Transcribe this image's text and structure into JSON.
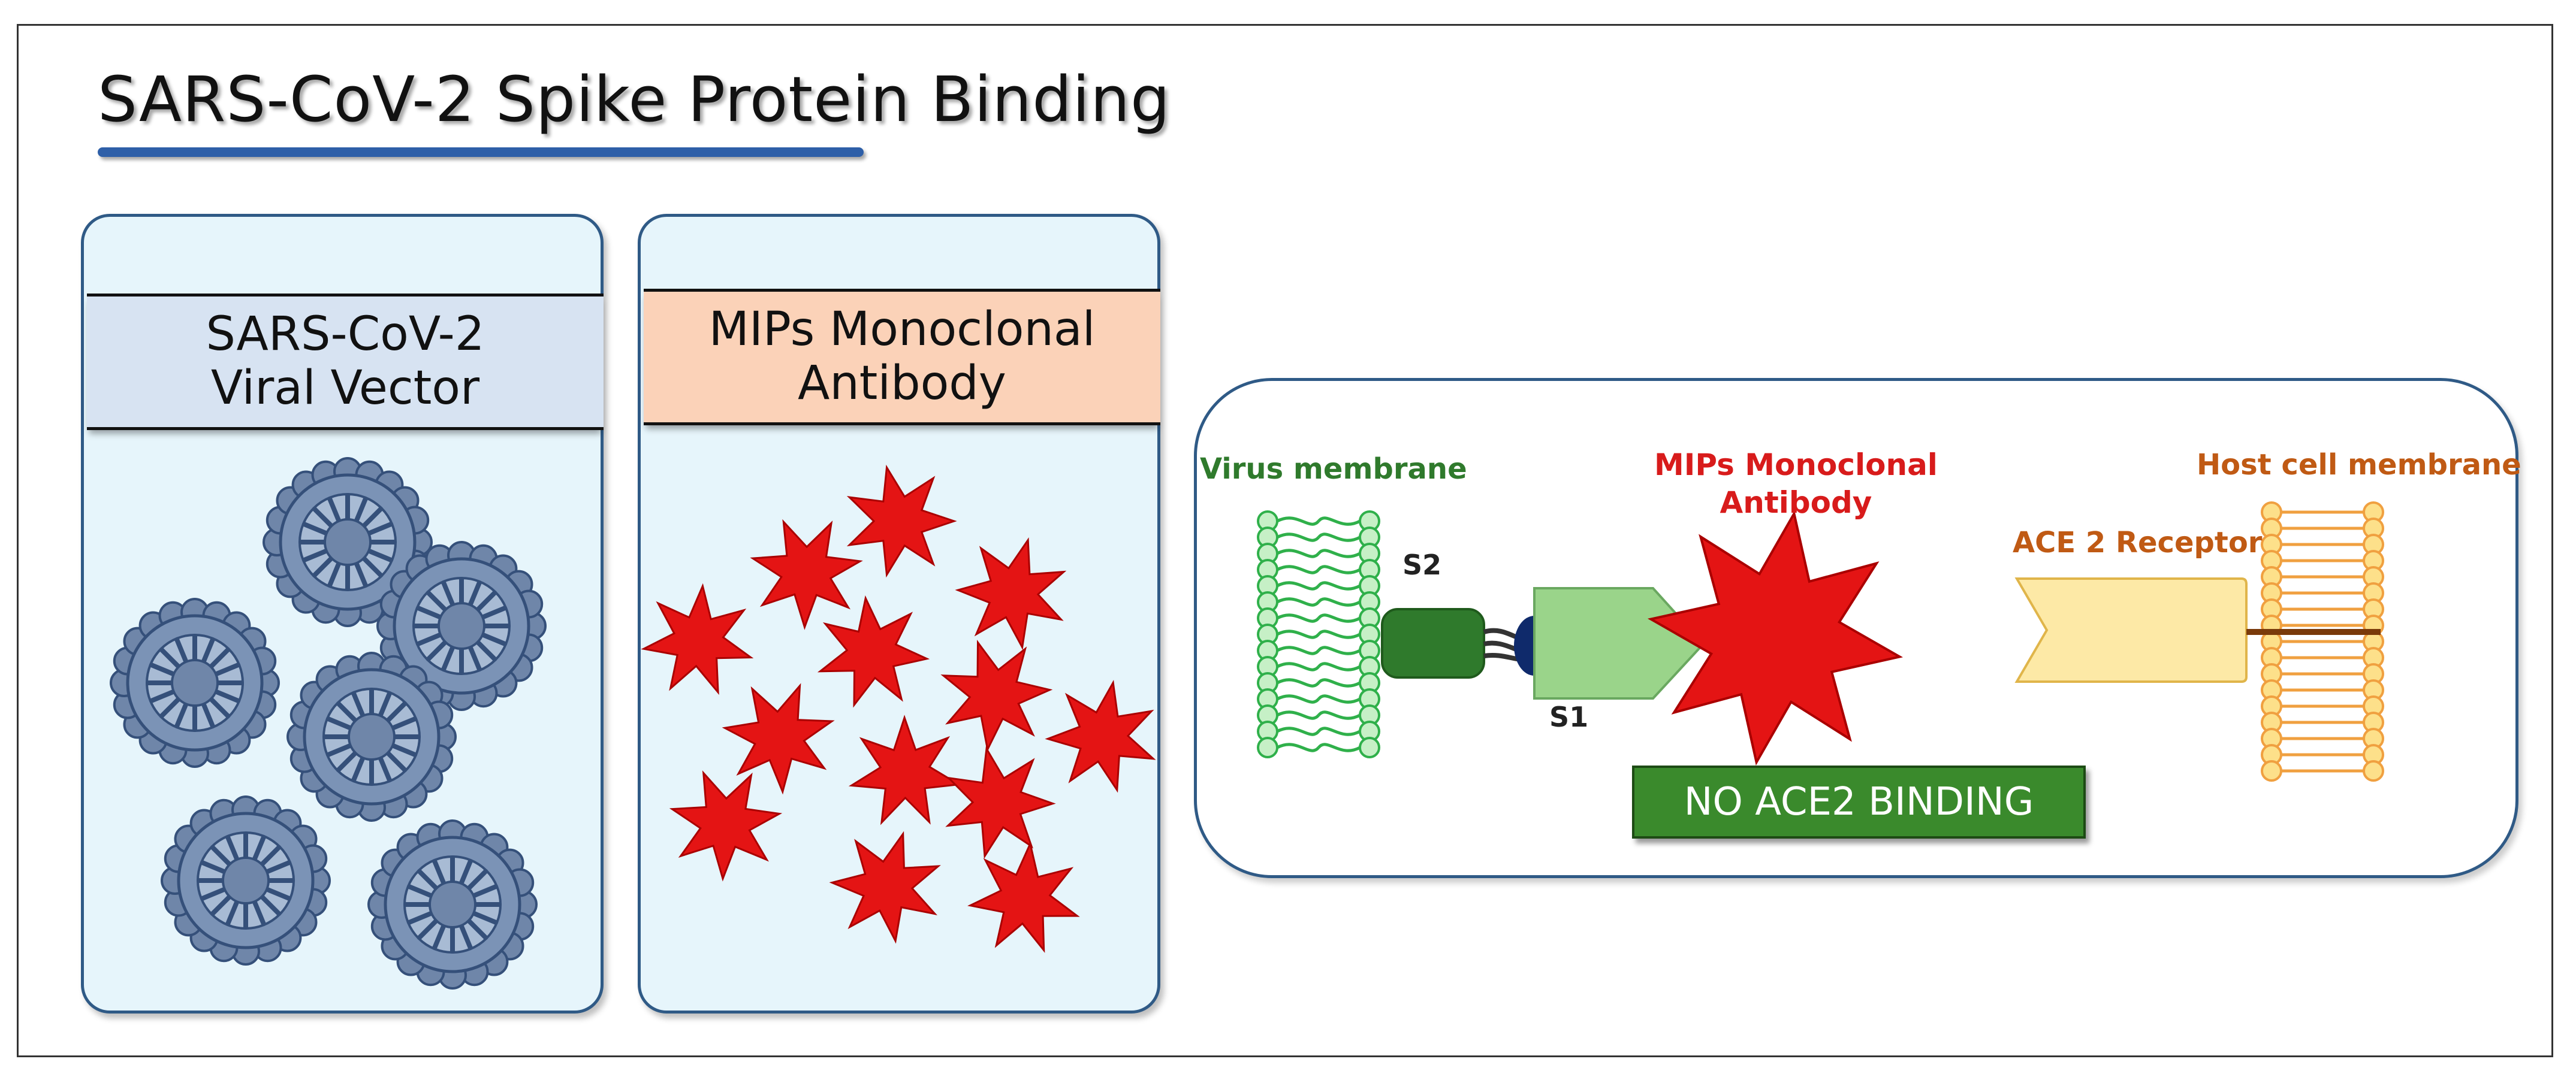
{
  "title": "SARS-CoV-2 Spike Protein Binding",
  "panels": {
    "left": {
      "line1": "SARS-CoV-2",
      "line2": "Viral Vector"
    },
    "middle": {
      "line1": "MIPs Monoclonal",
      "line2": "Antibody"
    }
  },
  "binding": {
    "virus_membrane": "Virus membrane",
    "mips_line1": "MIPs Monoclonal",
    "mips_line2": "Antibody",
    "host_membrane": "Host cell membrane",
    "ace2_receptor": "ACE 2 Receptor",
    "s2": "S2",
    "s1": "S1",
    "status": "NO ACE2 BINDING"
  },
  "colors": {
    "title_underline": "#2e5fa8",
    "panel_fill": "#e6f5fb",
    "virus": "#6f86a9",
    "antibody": "#e41414",
    "virus_membrane": "#2fb04a",
    "host_membrane": "#f0a040",
    "ace2": "#fde9a6",
    "s1": "#9ad48a",
    "s2": "#2f7a2c",
    "status_box": "#3a8a2c"
  }
}
